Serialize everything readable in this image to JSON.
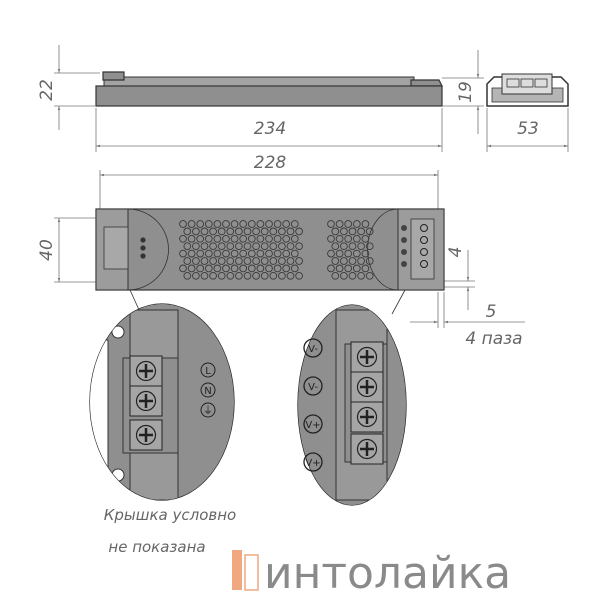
{
  "dimensions": {
    "height_side": "22",
    "height_inner": "19",
    "length_total": "234",
    "width_end": "53",
    "length_mount": "228",
    "width_top": "40",
    "slot_width": "4",
    "slot_offset": "5",
    "slot_count": "4 паза"
  },
  "terminals": {
    "input": [
      "L",
      "N",
      "⏚"
    ],
    "output": [
      "V-",
      "V-",
      "V+",
      "V+"
    ]
  },
  "caption": {
    "line1": "Крышка условно",
    "line2": "не показана"
  },
  "watermark": {
    "text": "интолайка",
    "accent_color": "#e8834a",
    "text_color": "#8a8a8a"
  },
  "colors": {
    "body": "#8f8f8f",
    "line": "#333333",
    "dimension": "#777777"
  }
}
